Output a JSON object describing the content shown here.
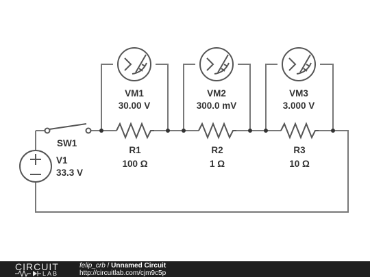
{
  "circuit": {
    "switch": {
      "name": "SW1"
    },
    "source": {
      "name": "V1",
      "value": "33.3 V"
    },
    "resistors": [
      {
        "name": "R1",
        "value": "100 Ω"
      },
      {
        "name": "R2",
        "value": "1 Ω"
      },
      {
        "name": "R3",
        "value": "10 Ω"
      }
    ],
    "voltmeters": [
      {
        "name": "VM1",
        "reading": "30.00 V"
      },
      {
        "name": "VM2",
        "reading": "300.0 mV"
      },
      {
        "name": "VM3",
        "reading": "3.000 V"
      }
    ]
  },
  "footer": {
    "logo_top": "CIRCUIT",
    "logo_bottom": "LAB",
    "user": "felip_crb",
    "separator": "/",
    "title": "Unnamed Circuit",
    "url": "http://circuitlab.com/cjm9c5p"
  },
  "colors": {
    "wire": "#777777",
    "component": "#555555",
    "text": "#333333",
    "footer_bg": "#1f1f1f"
  },
  "icons": [
    "voltmeter-icon",
    "resistor-icon",
    "switch-icon",
    "voltage-source-icon",
    "circuitlab-logo"
  ]
}
